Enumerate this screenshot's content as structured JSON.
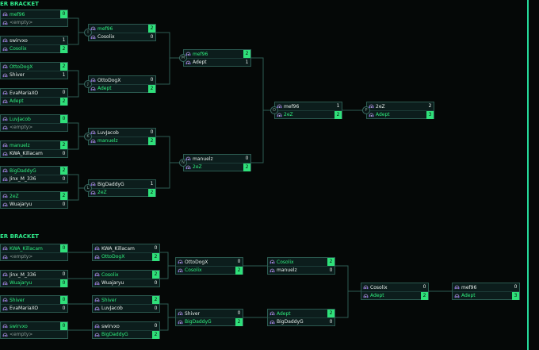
{
  "upper_title": "ER BRACKET",
  "lower_title": "ER BRACKET",
  "colors": {
    "background": "#050807",
    "accent": "#2fe07a",
    "card": "#0c1d1c",
    "border": "#2b5a50"
  },
  "avatar_icon": "headset-avatar-icon",
  "upper_matches": [
    {
      "id": "u1",
      "badge": "",
      "players": [
        {
          "name": "mef96",
          "score": "0",
          "win": true
        },
        {
          "name": "<empty>",
          "score": "",
          "win": false,
          "empty": true
        }
      ]
    },
    {
      "id": "u2",
      "badge": "",
      "players": [
        {
          "name": "swirvxo",
          "score": "1",
          "win": false
        },
        {
          "name": "Cosolix",
          "score": "2",
          "win": true
        }
      ]
    },
    {
      "id": "u3",
      "badge": "",
      "players": [
        {
          "name": "OttoDogX",
          "score": "2",
          "win": true
        },
        {
          "name": "Shiver",
          "score": "1",
          "win": false
        }
      ]
    },
    {
      "id": "u4",
      "badge": "",
      "players": [
        {
          "name": "EvaMariaXO",
          "score": "0",
          "win": false
        },
        {
          "name": "Adept",
          "score": "2",
          "win": true
        }
      ]
    },
    {
      "id": "u5",
      "badge": "",
      "players": [
        {
          "name": "LuvJacob",
          "score": "0",
          "win": true
        },
        {
          "name": "<empty>",
          "score": "",
          "win": false,
          "empty": true
        }
      ]
    },
    {
      "id": "u6",
      "badge": "",
      "players": [
        {
          "name": "manuelz",
          "score": "2",
          "win": true
        },
        {
          "name": "KWA_Killacam",
          "score": "0",
          "win": false
        }
      ]
    },
    {
      "id": "u7",
      "badge": "",
      "players": [
        {
          "name": "BigDaddyG",
          "score": "2",
          "win": true
        },
        {
          "name": "Jinx_M_336",
          "score": "0",
          "win": false
        }
      ]
    },
    {
      "id": "u8",
      "badge": "",
      "players": [
        {
          "name": "2eZ",
          "score": "2",
          "win": true
        },
        {
          "name": "Wuajaryu",
          "score": "0",
          "win": false
        }
      ]
    },
    {
      "id": "u9",
      "badge": "I",
      "players": [
        {
          "name": "mef96",
          "score": "2",
          "win": true
        },
        {
          "name": "Cosolix",
          "score": "0",
          "win": false
        }
      ]
    },
    {
      "id": "u10",
      "badge": "J",
      "players": [
        {
          "name": "OttoDogX",
          "score": "0",
          "win": false
        },
        {
          "name": "Adept",
          "score": "2",
          "win": true
        }
      ]
    },
    {
      "id": "u11",
      "badge": "K",
      "players": [
        {
          "name": "LuvJacob",
          "score": "0",
          "win": false
        },
        {
          "name": "manuelz",
          "score": "2",
          "win": true
        }
      ]
    },
    {
      "id": "u12",
      "badge": "L",
      "players": [
        {
          "name": "BigDaddyG",
          "score": "1",
          "win": false
        },
        {
          "name": "2eZ",
          "score": "2",
          "win": true
        }
      ]
    },
    {
      "id": "u13",
      "badge": "M",
      "players": [
        {
          "name": "mef96",
          "score": "2",
          "win": true
        },
        {
          "name": "Adept",
          "score": "1",
          "win": false
        }
      ]
    },
    {
      "id": "u14",
      "badge": "N",
      "players": [
        {
          "name": "manuelz",
          "score": "0",
          "win": false
        },
        {
          "name": "2eZ",
          "score": "2",
          "win": true
        }
      ]
    },
    {
      "id": "u15",
      "badge": "O",
      "players": [
        {
          "name": "mef96",
          "score": "1",
          "win": false
        },
        {
          "name": "2eZ",
          "score": "2",
          "win": true
        }
      ]
    },
    {
      "id": "u16",
      "badge": "P",
      "players": [
        {
          "name": "2eZ",
          "score": "2",
          "win": false
        },
        {
          "name": "Adept",
          "score": "3",
          "win": true
        }
      ]
    }
  ],
  "lower_matches": [
    {
      "id": "l1",
      "badge": "",
      "players": [
        {
          "name": "KWA_Killacam",
          "score": "0",
          "win": true
        },
        {
          "name": "<empty>",
          "score": "",
          "win": false,
          "empty": true
        }
      ]
    },
    {
      "id": "l2",
      "badge": "",
      "players": [
        {
          "name": "Jinx_M_336",
          "score": "0",
          "win": false
        },
        {
          "name": "Wuajaryu",
          "score": "0",
          "win": true
        }
      ]
    },
    {
      "id": "l3",
      "badge": "",
      "players": [
        {
          "name": "Shiver",
          "score": "0",
          "win": true
        },
        {
          "name": "EvaMariaXO",
          "score": "0",
          "win": false
        }
      ]
    },
    {
      "id": "l4",
      "badge": "",
      "players": [
        {
          "name": "swirvxo",
          "score": "0",
          "win": true
        },
        {
          "name": "<empty>",
          "score": "",
          "win": false,
          "empty": true
        }
      ]
    },
    {
      "id": "l5",
      "badge": "",
      "players": [
        {
          "name": "KWA_Killacam",
          "score": "0",
          "win": false
        },
        {
          "name": "OttoDogX",
          "score": "2",
          "win": true
        }
      ]
    },
    {
      "id": "l6",
      "badge": "",
      "players": [
        {
          "name": "Cosolix",
          "score": "2",
          "win": true
        },
        {
          "name": "Wuajaryu",
          "score": "0",
          "win": false
        }
      ]
    },
    {
      "id": "l7",
      "badge": "",
      "players": [
        {
          "name": "Shiver",
          "score": "2",
          "win": true
        },
        {
          "name": "LuvJacob",
          "score": "0",
          "win": false
        }
      ]
    },
    {
      "id": "l8",
      "badge": "",
      "players": [
        {
          "name": "swirvxo",
          "score": "0",
          "win": false
        },
        {
          "name": "BigDaddyG",
          "score": "2",
          "win": true
        }
      ]
    },
    {
      "id": "l9",
      "badge": "",
      "players": [
        {
          "name": "OttoDogX",
          "score": "0",
          "win": false
        },
        {
          "name": "Cosolix",
          "score": "2",
          "win": true
        }
      ]
    },
    {
      "id": "l10",
      "badge": "",
      "players": [
        {
          "name": "Shiver",
          "score": "0",
          "win": false
        },
        {
          "name": "BigDaddyG",
          "score": "2",
          "win": true
        }
      ]
    },
    {
      "id": "l11",
      "badge": "",
      "players": [
        {
          "name": "Cosolix",
          "score": "2",
          "win": true
        },
        {
          "name": "manuelz",
          "score": "0",
          "win": false
        }
      ]
    },
    {
      "id": "l12",
      "badge": "",
      "players": [
        {
          "name": "Adept",
          "score": "2",
          "win": true
        },
        {
          "name": "BigDaddyG",
          "score": "0",
          "win": false
        }
      ]
    },
    {
      "id": "l13",
      "badge": "",
      "players": [
        {
          "name": "Cosolix",
          "score": "0",
          "win": false
        },
        {
          "name": "Adept",
          "score": "2",
          "win": true
        }
      ]
    },
    {
      "id": "l14",
      "badge": "",
      "players": [
        {
          "name": "mef96",
          "score": "0",
          "win": false
        },
        {
          "name": "Adept",
          "score": "3",
          "win": true
        }
      ]
    }
  ]
}
